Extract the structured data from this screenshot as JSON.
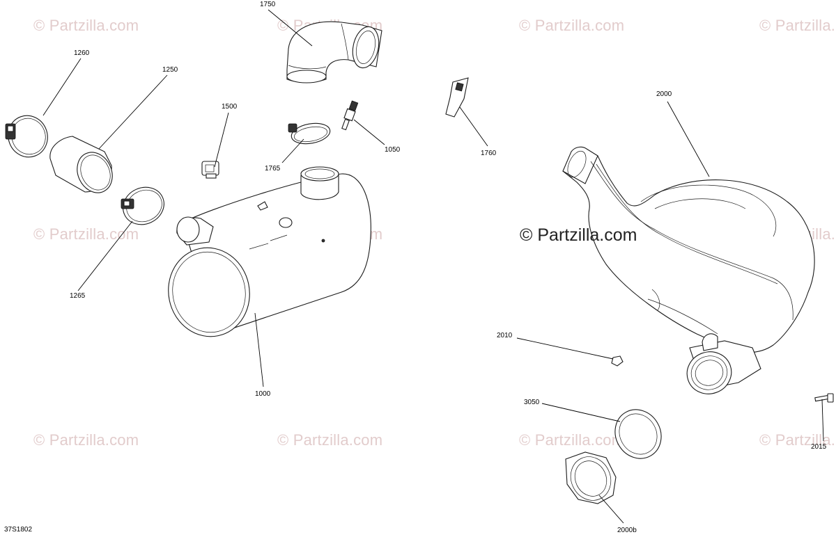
{
  "watermark": {
    "text": "© Partzilla.com",
    "main_text": "© Partzilla.com"
  },
  "diagram_code": "37S1802",
  "callouts": [
    {
      "id": "1750",
      "label": "1750"
    },
    {
      "id": "1260",
      "label": "1260"
    },
    {
      "id": "1250",
      "label": "1250"
    },
    {
      "id": "1500",
      "label": "1500"
    },
    {
      "id": "1765",
      "label": "1765"
    },
    {
      "id": "1050",
      "label": "1050"
    },
    {
      "id": "1760",
      "label": "1760"
    },
    {
      "id": "2000",
      "label": "2000"
    },
    {
      "id": "1265",
      "label": "1265"
    },
    {
      "id": "1000",
      "label": "1000"
    },
    {
      "id": "2010",
      "label": "2010"
    },
    {
      "id": "3050",
      "label": "3050"
    },
    {
      "id": "2015",
      "label": "2015"
    },
    {
      "id": "2000b",
      "label": "2000b"
    }
  ]
}
